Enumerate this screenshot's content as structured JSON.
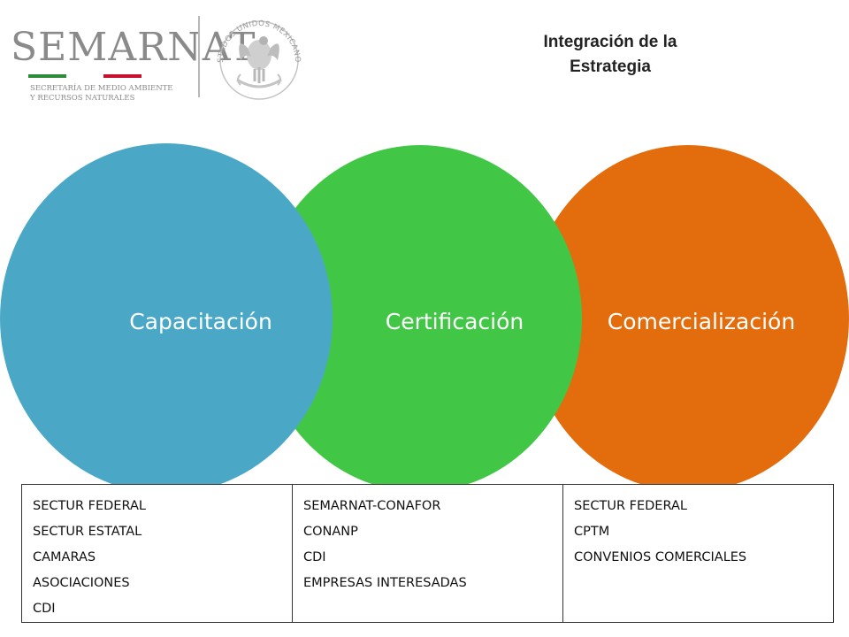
{
  "header": {
    "logo_text": "SEMARNAT",
    "logo_subtitle_lines": [
      "SECRETARÍA DE MEDIO AMBIENTE",
      "Y RECURSOS NATURALES"
    ],
    "seal_text": "ESTADOS UNIDOS MEXICANOS",
    "flag_colors": [
      "#2e8b3a",
      "#ffffff",
      "#c8102e"
    ],
    "title_lines": [
      "Integración de la",
      "Estrategia"
    ]
  },
  "venn": [
    {
      "label": "Capacitación",
      "color": "#4aa8c6"
    },
    {
      "label": "Certificación",
      "color": "#41c745"
    },
    {
      "label": "Comercialización",
      "color": "#e36d0d"
    }
  ],
  "table": {
    "columns": [
      [
        "SECTUR FEDERAL",
        "SECTUR ESTATAL",
        "CAMARAS",
        "ASOCIACIONES",
        "CDI"
      ],
      [
        "SEMARNAT-CONAFOR",
        "CONANP",
        "CDI",
        "EMPRESAS INTERESADAS"
      ],
      [
        "SECTUR FEDERAL",
        "CPTM",
        "CONVENIOS COMERCIALES"
      ]
    ]
  }
}
